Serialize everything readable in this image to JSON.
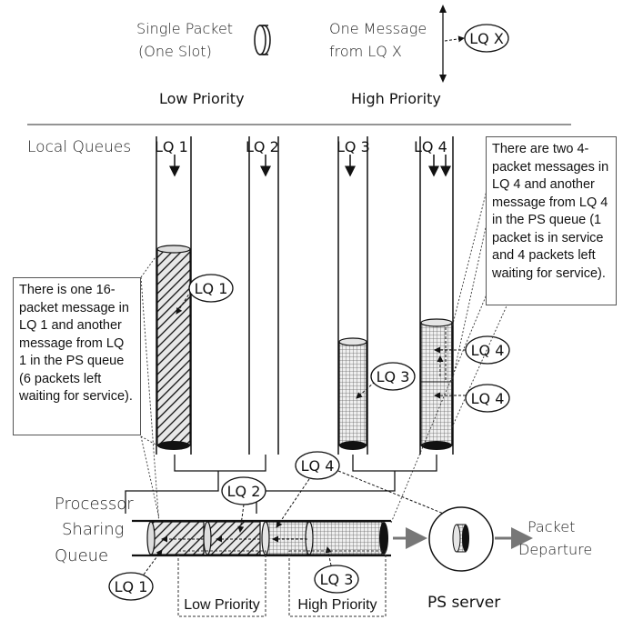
{
  "legend": {
    "single_packet": "Single Packet",
    "one_slot": "(One Slot)",
    "one_message": "One Message",
    "from_lq_x": "from LQ X",
    "lq_x": "LQ X",
    "low_priority": "Low Priority",
    "high_priority": "High Priority"
  },
  "local_queues_label": "Local Queues",
  "queues": [
    {
      "label": "LQ 1",
      "filled_packets": 16,
      "pattern": "hatch"
    },
    {
      "label": "LQ 2",
      "filled_packets": 0,
      "pattern": "none"
    },
    {
      "label": "LQ 3",
      "filled_packets": 4,
      "pattern": "grid"
    },
    {
      "label": "LQ 4",
      "filled_packets": 8,
      "pattern": "grid"
    }
  ],
  "notes": {
    "left": "There is one 16-packet message in LQ 1 and another message from LQ 1 in the PS queue (6 packets left waiting for service).",
    "right": "There are two 4-packet messages in LQ 4 and another message from LQ 4 in the PS queue (1 packet is in service and 4 packets left waiting for service)."
  },
  "callouts": {
    "lq1": "LQ 1",
    "lq3": "LQ 3",
    "lq4a": "LQ 4",
    "lq4b": "LQ 4",
    "ps_lq4": "LQ 4",
    "ps_lq2": "LQ 2",
    "ps_lq1": "LQ 1",
    "ps_lq3": "LQ 3"
  },
  "ps_queue": {
    "line1": "Processor",
    "line2": "Sharing",
    "line3": "Queue"
  },
  "bottom": {
    "low_priority": "Low Priority",
    "high_priority": "High Priority",
    "ps_server": "PS server"
  },
  "departure": {
    "line1": "Packet",
    "line2": "Departure"
  }
}
